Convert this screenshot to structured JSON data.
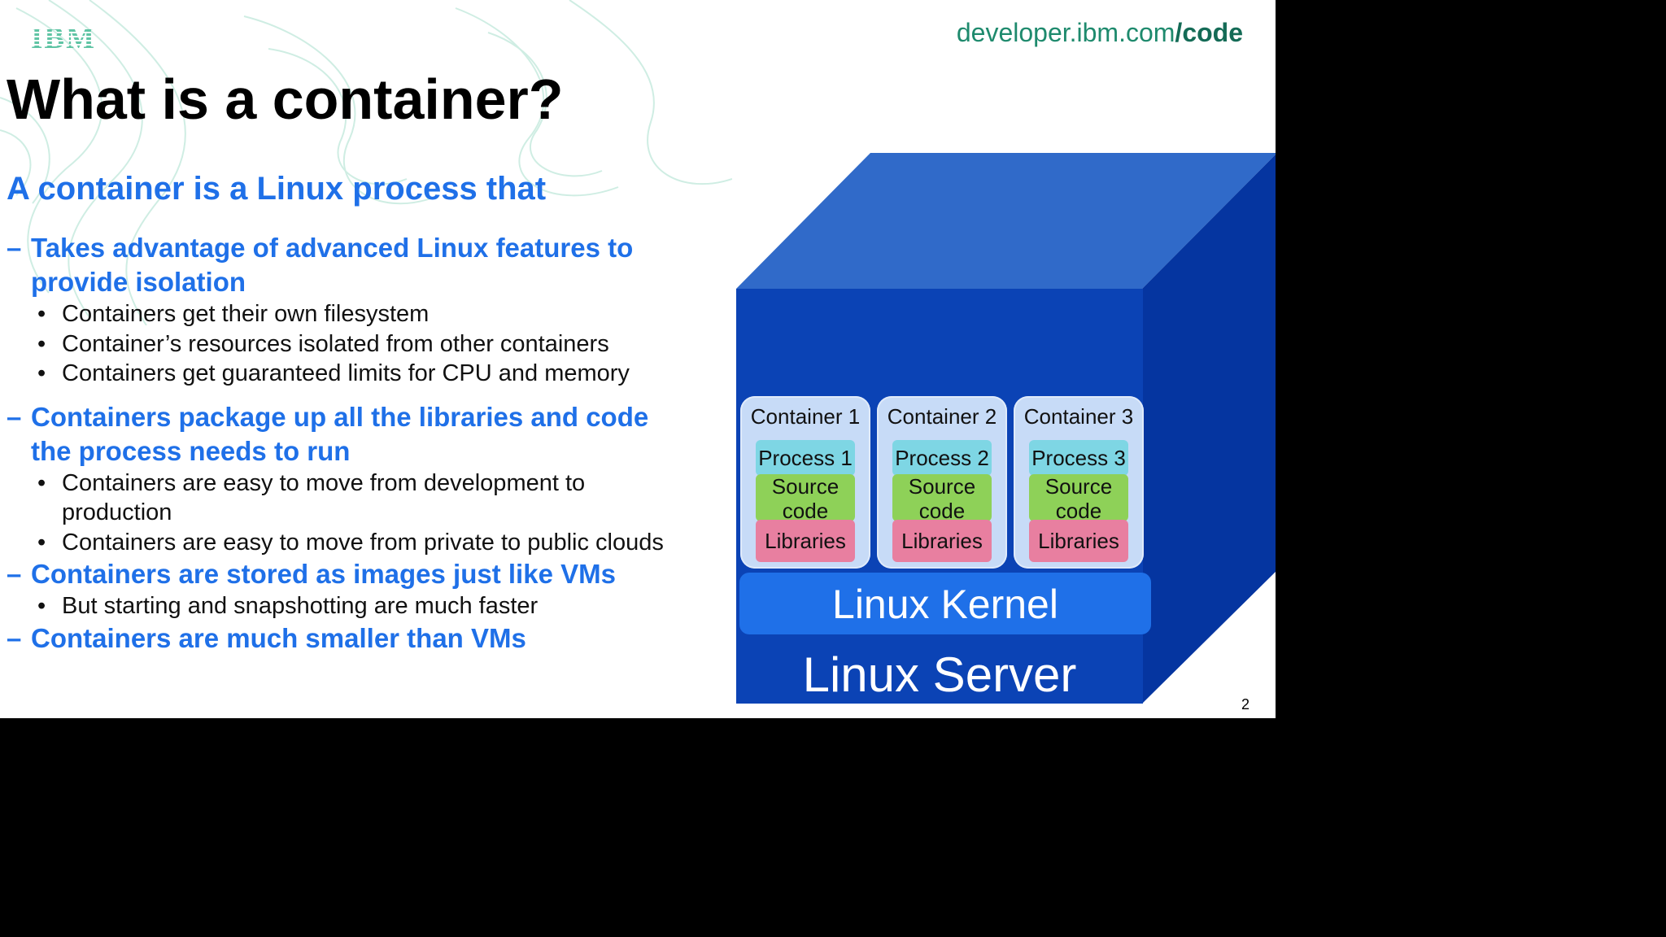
{
  "header": {
    "logo_text": "IBM",
    "site_prefix": "developer.ibm.com",
    "site_suffix": "/code"
  },
  "slide": {
    "title": "What is a container?",
    "subtitle": "A container is a Linux process that",
    "points": [
      {
        "dash": "–",
        "lines": [
          "Takes advantage of advanced Linux features to",
          "provide isolation"
        ],
        "bullets": [
          "Containers get their own filesystem",
          "Container’s resources isolated from other containers",
          "Containers get guaranteed limits for CPU and memory"
        ]
      },
      {
        "dash": "–",
        "lines": [
          "Containers package up all the libraries and code",
          "the process needs to run"
        ],
        "bullets": [
          [
            "Containers are easy to move from development to",
            "production"
          ],
          "Containers are easy to move from private to public clouds"
        ]
      },
      {
        "dash": "–",
        "lines": [
          "Containers are stored as images just like VMs"
        ],
        "bullets": [
          "But starting and snapshotting are much faster"
        ]
      },
      {
        "dash": "–",
        "lines": [
          "Containers are much smaller than VMs"
        ],
        "bullets": []
      }
    ],
    "bullet_glyph": "•",
    "page_number": "2"
  },
  "diagram": {
    "containers": [
      {
        "label": "Container 1",
        "process": "Process 1",
        "source": [
          "Source",
          "code"
        ],
        "libraries": "Libraries"
      },
      {
        "label": "Container 2",
        "process": "Process 2",
        "source": [
          "Source",
          "code"
        ],
        "libraries": "Libraries"
      },
      {
        "label": "Container 3",
        "process": "Process 3",
        "source": [
          "Source",
          "code"
        ],
        "libraries": "Libraries"
      }
    ],
    "kernel": "Linux Kernel",
    "server": "Linux Server",
    "colors": {
      "cube_front": "#0b43b5",
      "cube_top": "#306ac9",
      "cube_side": "#0535a0",
      "container_bg": "#c7dbf7",
      "process": "#7ed6e4",
      "source": "#8ed158",
      "libraries": "#e87fa0",
      "kernel": "#1f70e8",
      "accent_blue": "#1f70e8",
      "ibm_green": "#1e8a6d"
    }
  }
}
